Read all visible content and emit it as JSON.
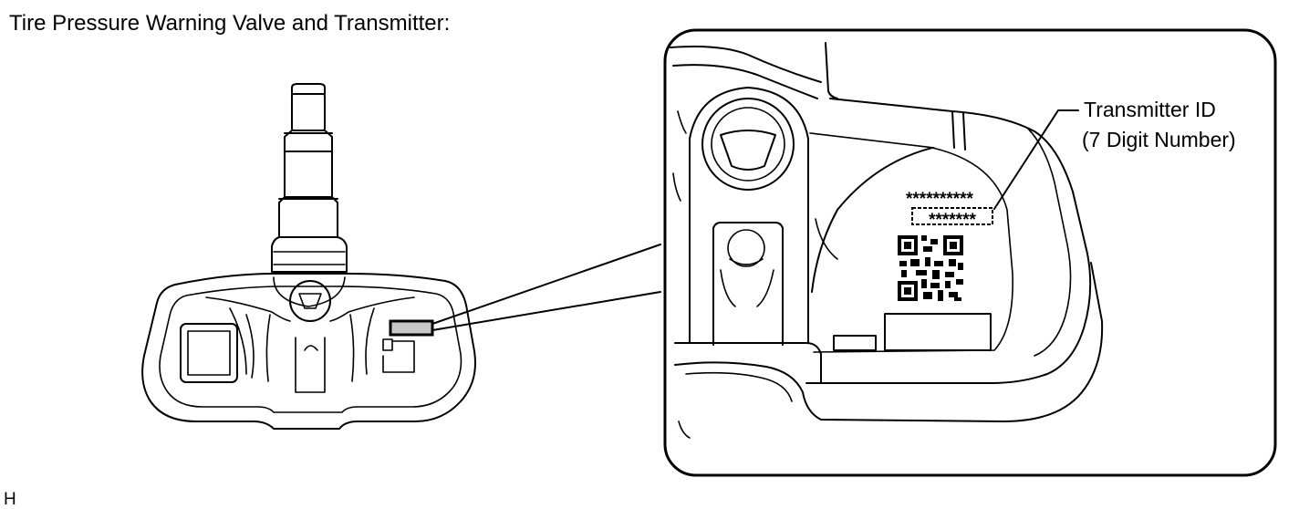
{
  "title": "Tire Pressure Warning Valve and Transmitter:",
  "callout": {
    "line1": "Transmitter ID",
    "line2": "(7 Digit Number)"
  },
  "label_codes": {
    "top_row": "**********",
    "id_row": "*******"
  },
  "corner_mark": "H",
  "colors": {
    "line": "#000000",
    "background": "#ffffff",
    "label_fill": "#c8c8c8"
  }
}
